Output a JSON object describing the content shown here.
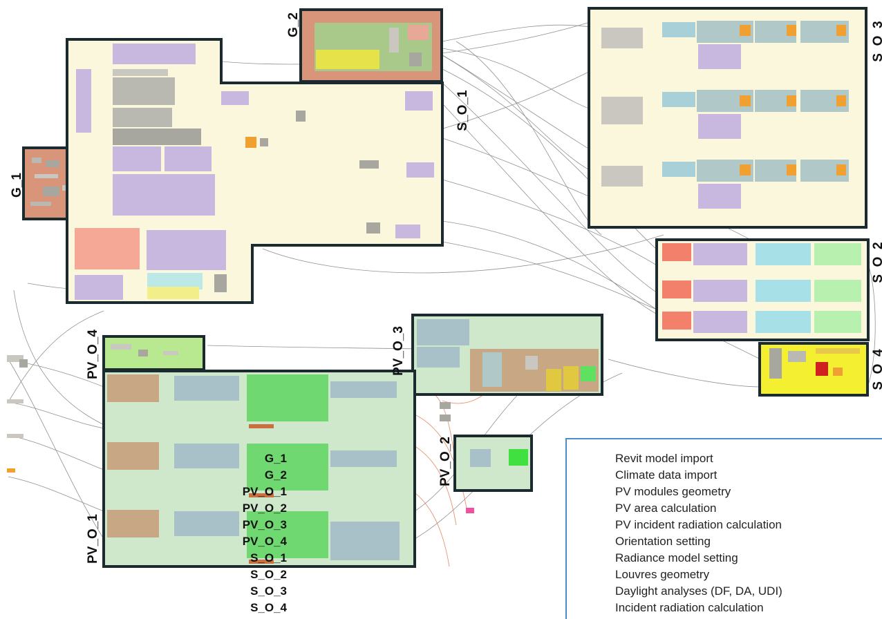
{
  "groups": [
    {
      "id": "G_1",
      "label": "G_1"
    },
    {
      "id": "G_2",
      "label": "G_2"
    },
    {
      "id": "S_O_1",
      "label": "S_O_1"
    },
    {
      "id": "S_O_2",
      "label": "S_O_2"
    },
    {
      "id": "S_O_3",
      "label": "S_O_3"
    },
    {
      "id": "S_O_4",
      "label": "S_O_4"
    },
    {
      "id": "PV_O_1",
      "label": "PV_O_1"
    },
    {
      "id": "PV_O_2",
      "label": "PV_O_2"
    },
    {
      "id": "PV_O_3",
      "label": "PV_O_3"
    },
    {
      "id": "PV_O_4",
      "label": "PV_O_4"
    }
  ],
  "legend": [
    {
      "code": "G_1",
      "desc": "Revit model import"
    },
    {
      "code": "G_2",
      "desc": "Climate data import"
    },
    {
      "code": "PV_O_1",
      "desc": "PV modules geometry"
    },
    {
      "code": "PV_O_2",
      "desc": "PV area calculation"
    },
    {
      "code": "PV_O_3",
      "desc": "PV incident radiation calculation"
    },
    {
      "code": "PV_O_4",
      "desc": "Orientation setting"
    },
    {
      "code": "S_O_1",
      "desc": "Radiance model setting"
    },
    {
      "code": "S_O_2",
      "desc": "Louvres geometry"
    },
    {
      "code": "S_O_3",
      "desc": "Daylight analyses (DF, DA, UDI)"
    },
    {
      "code": "S_O_4",
      "desc": "Incident radiation calculation"
    }
  ],
  "colors": {
    "frame": "#1b2a2e",
    "canvas_yellow": "#fbf7dc",
    "canvas_green": "#cfe8cc",
    "g_orange": "#d9957a",
    "s_o_4_yellow": "#f4ef30",
    "legend_border": "#4a8ccf",
    "wire": "#6b6b6b",
    "wire_red": "#e07850"
  }
}
